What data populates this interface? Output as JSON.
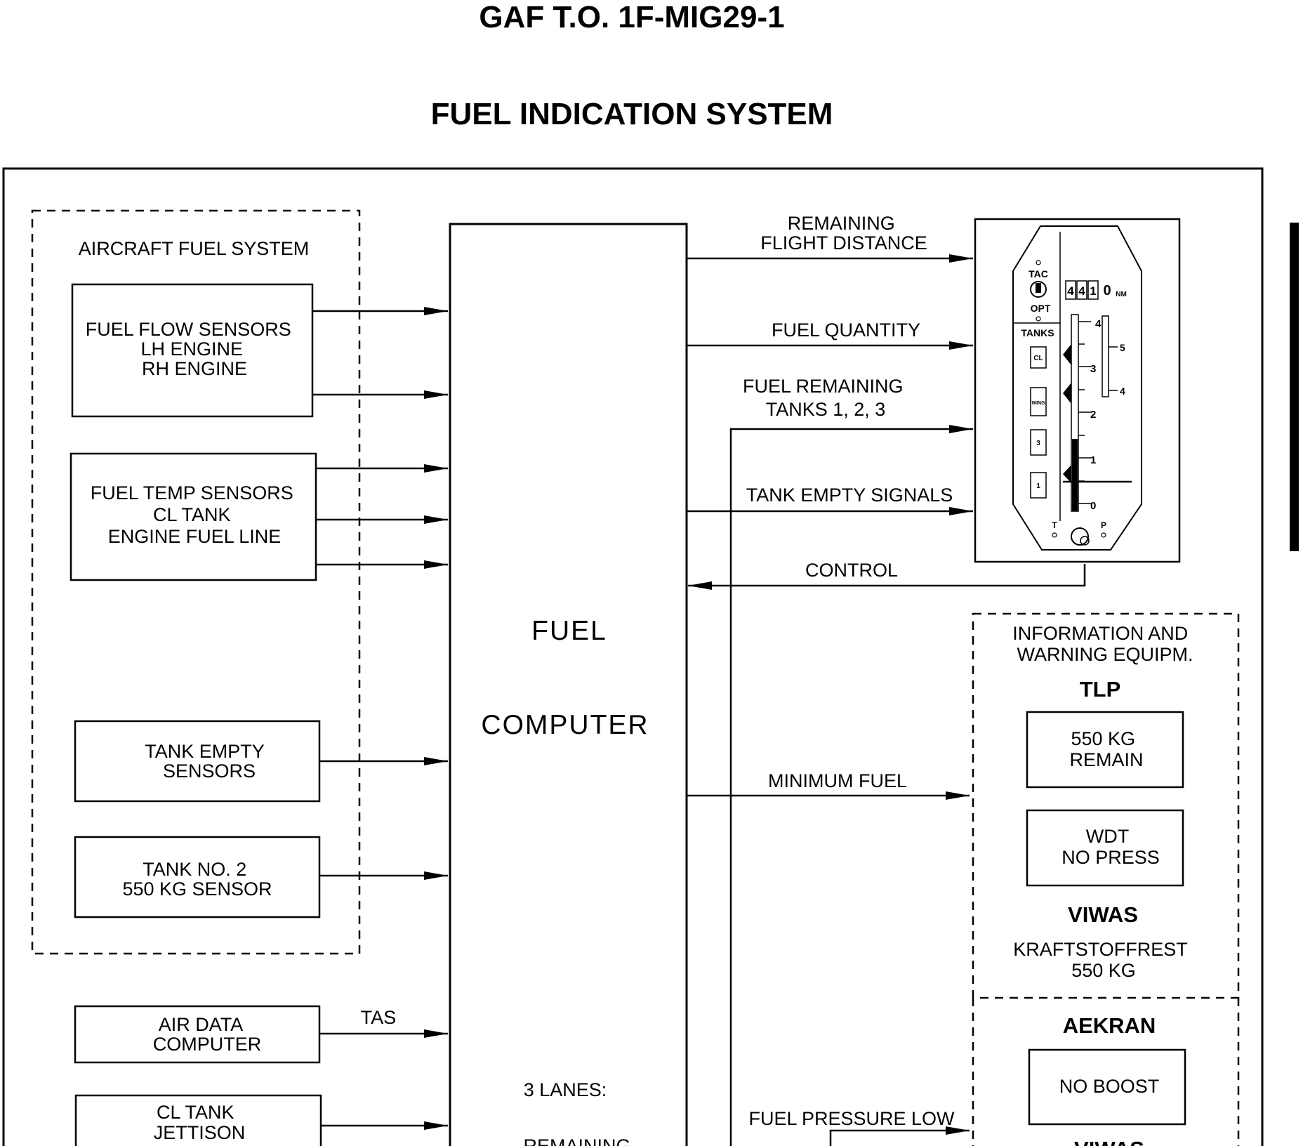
{
  "document": {
    "header": "GAF T.O. 1F-MIG29-1",
    "title": "FUEL INDICATION SYSTEM"
  },
  "aircraft_fuel_system": {
    "label": "AIRCRAFT FUEL SYSTEM",
    "fuel_flow_sensors": [
      "FUEL FLOW SENSORS",
      "LH ENGINE",
      "RH ENGINE"
    ],
    "fuel_temp_sensors": [
      "FUEL TEMP SENSORS",
      "CL TANK",
      "ENGINE FUEL LINE"
    ],
    "tank_empty_sensors": [
      "TANK EMPTY",
      "SENSORS"
    ],
    "tank2_sensor": [
      "TANK NO. 2",
      "550 KG SENSOR"
    ]
  },
  "air_data_computer": [
    "AIR DATA",
    "COMPUTER"
  ],
  "tas_label": "TAS",
  "cl_tank_jettison": [
    "CL TANK",
    "JETTISON"
  ],
  "fuel_computer": {
    "line1": "FUEL",
    "line2": "COMPUTER",
    "lanes": "3 LANES:",
    "lanes_cut": "REMAINING"
  },
  "signals": {
    "remaining_flight_distance": [
      "REMAINING",
      "FLIGHT DISTANCE"
    ],
    "fuel_quantity": "FUEL QUANTITY",
    "fuel_remaining_tanks": [
      "FUEL REMAINING",
      "TANKS 1, 2, 3"
    ],
    "tank_empty_signals": "TANK EMPTY SIGNALS",
    "control": "CONTROL",
    "minimum_fuel": "MINIMUM FUEL",
    "fuel_pressure_low": "FUEL PRESSURE LOW"
  },
  "indicator": {
    "tac": "TAC",
    "opt": "OPT",
    "tanks": "TANKS",
    "digits": [
      "4",
      "4",
      "1",
      "0"
    ],
    "unit": "NM",
    "tank_labels": [
      "CL",
      "WING",
      "3",
      "1"
    ],
    "main_scale": [
      "4",
      "3",
      "2",
      "1",
      "0"
    ],
    "side_scale": [
      "5",
      "4"
    ],
    "knob_left": "T",
    "knob_right": "P"
  },
  "warning_equipment": {
    "title": [
      "INFORMATION AND",
      "WARNING EQUIPM."
    ],
    "tlp": "TLP",
    "remain_box": [
      "550 KG",
      "REMAIN"
    ],
    "wdt_box": [
      "WDT",
      "NO PRESS"
    ],
    "viwas": "VIWAS",
    "viwas_text": [
      "KRAFTSTOFFREST",
      "550 KG"
    ],
    "aekran": "AEKRAN",
    "no_boost": "NO BOOST",
    "viwas_cut": "VIWAS"
  }
}
